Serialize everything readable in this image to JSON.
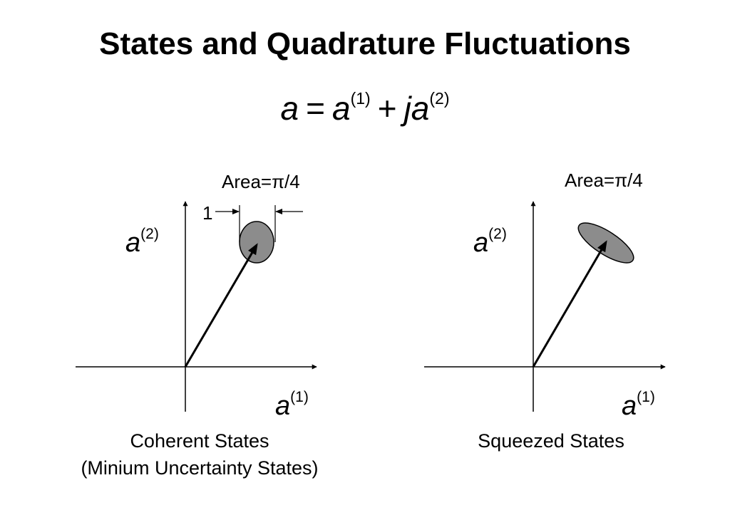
{
  "title": "States and Quadrature Fluctuations",
  "equation": {
    "lhs": "a",
    "eq": "=",
    "term1_var": "a",
    "term1_sup": "(1)",
    "plus": "+",
    "term2_var": "ja",
    "term2_sup": "(2)"
  },
  "coherent": {
    "area_label": "Area=π/4",
    "width_label": "1",
    "y_axis_var": "a",
    "y_axis_sup": "(2)",
    "x_axis_var": "a",
    "x_axis_sup": "(1)",
    "caption_line1": "Coherent States",
    "caption_line2": "(Minium Uncertainty States)"
  },
  "squeezed": {
    "area_label": "Area=π/4",
    "y_axis_var": "a",
    "y_axis_sup": "(2)",
    "x_axis_var": "a",
    "x_axis_sup": "(1)",
    "caption": "Squeezed States"
  },
  "colors": {
    "ellipse_fill": "#8c8c8c",
    "stroke": "#000000"
  }
}
